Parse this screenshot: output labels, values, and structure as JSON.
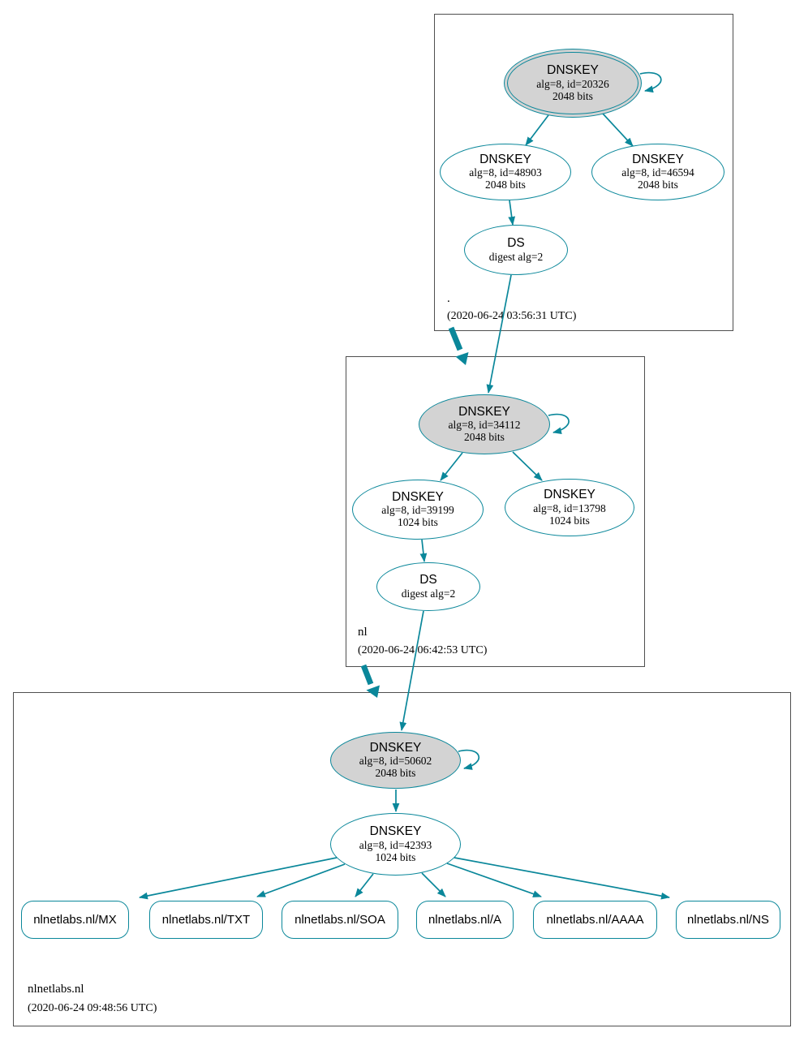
{
  "colors": {
    "edge_teal": "#0a879a",
    "ksk_fill": "#d3d3d3",
    "zone_box_border": "#4f4f4f",
    "node_background": "#ffffff"
  },
  "zones": [
    {
      "name": ".",
      "timestamp": "(2020-06-24 03:56:31 UTC)",
      "ksk": {
        "title": "DNSKEY",
        "alg": "alg=8, id=20326",
        "bits": "2048 bits"
      },
      "zsk": {
        "title": "DNSKEY",
        "alg": "alg=8, id=48903",
        "bits": "2048 bits"
      },
      "key2": {
        "title": "DNSKEY",
        "alg": "alg=8, id=46594",
        "bits": "2048 bits"
      },
      "ds": {
        "title": "DS",
        "digest": "digest alg=2"
      }
    },
    {
      "name": "nl",
      "timestamp": "(2020-06-24 06:42:53 UTC)",
      "ksk": {
        "title": "DNSKEY",
        "alg": "alg=8, id=34112",
        "bits": "2048 bits"
      },
      "zsk": {
        "title": "DNSKEY",
        "alg": "alg=8, id=39199",
        "bits": "1024 bits"
      },
      "key2": {
        "title": "DNSKEY",
        "alg": "alg=8, id=13798",
        "bits": "1024 bits"
      },
      "ds": {
        "title": "DS",
        "digest": "digest alg=2"
      }
    },
    {
      "name": "nlnetlabs.nl",
      "timestamp": "(2020-06-24 09:48:56 UTC)",
      "ksk": {
        "title": "DNSKEY",
        "alg": "alg=8, id=50602",
        "bits": "2048 bits"
      },
      "zsk": {
        "title": "DNSKEY",
        "alg": "alg=8, id=42393",
        "bits": "1024 bits"
      },
      "rrsets": [
        {
          "label": "nlnetlabs.nl/MX"
        },
        {
          "label": "nlnetlabs.nl/TXT"
        },
        {
          "label": "nlnetlabs.nl/SOA"
        },
        {
          "label": "nlnetlabs.nl/A"
        },
        {
          "label": "nlnetlabs.nl/AAAA"
        },
        {
          "label": "nlnetlabs.nl/NS"
        }
      ]
    }
  ]
}
